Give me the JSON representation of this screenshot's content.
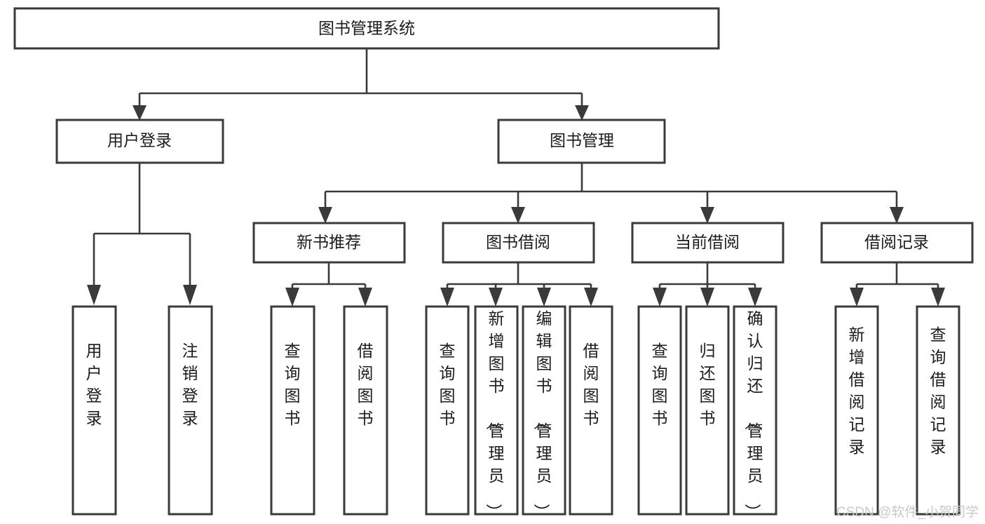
{
  "diagram": {
    "type": "tree",
    "title": "图书管理系统",
    "orientation": "top-down",
    "colors": {
      "box_stroke": "#3a3a3a",
      "box_fill": "#ffffff",
      "connector": "#3a3a3a",
      "text": "#1c1c1c",
      "watermark": "#c9c9c9",
      "background": "#ffffff"
    },
    "root": {
      "id": "root",
      "label": "图书管理系统"
    },
    "level2": [
      {
        "id": "user-login",
        "label": "用户登录"
      },
      {
        "id": "book-management",
        "label": "图书管理"
      }
    ],
    "level3": [
      {
        "id": "new-book-recommend",
        "label": "新书推荐",
        "parent": "book-management"
      },
      {
        "id": "book-borrow",
        "label": "图书借阅",
        "parent": "book-management"
      },
      {
        "id": "current-borrow",
        "label": "当前借阅",
        "parent": "book-management"
      },
      {
        "id": "borrow-record",
        "label": "借阅记录",
        "parent": "book-management"
      }
    ],
    "leaves": {
      "user-login": [
        {
          "id": "leaf-user-login",
          "label": "用户登录"
        },
        {
          "id": "leaf-user-logout",
          "label": "注销登录"
        }
      ],
      "new-book-recommend": [
        {
          "id": "leaf-query-book-1",
          "label": "查询图书"
        },
        {
          "id": "leaf-borrow-book-1",
          "label": "借阅图书"
        }
      ],
      "book-borrow": [
        {
          "id": "leaf-query-book-2",
          "label": "查询图书"
        },
        {
          "id": "leaf-add-book",
          "label": "新增图书（管理员）"
        },
        {
          "id": "leaf-edit-book",
          "label": "编辑图书（管理员）"
        },
        {
          "id": "leaf-borrow-book-2",
          "label": "借阅图书"
        }
      ],
      "current-borrow": [
        {
          "id": "leaf-query-book-3",
          "label": "查询图书"
        },
        {
          "id": "leaf-return-book",
          "label": "归还图书"
        },
        {
          "id": "leaf-confirm-return",
          "label": "确认归还（管理员）"
        }
      ],
      "borrow-record": [
        {
          "id": "leaf-add-record",
          "label": "新增借阅记录"
        },
        {
          "id": "leaf-query-record",
          "label": "查询借阅记录"
        }
      ]
    }
  },
  "watermark": {
    "text": "CSDN @软件_小贺同学"
  }
}
